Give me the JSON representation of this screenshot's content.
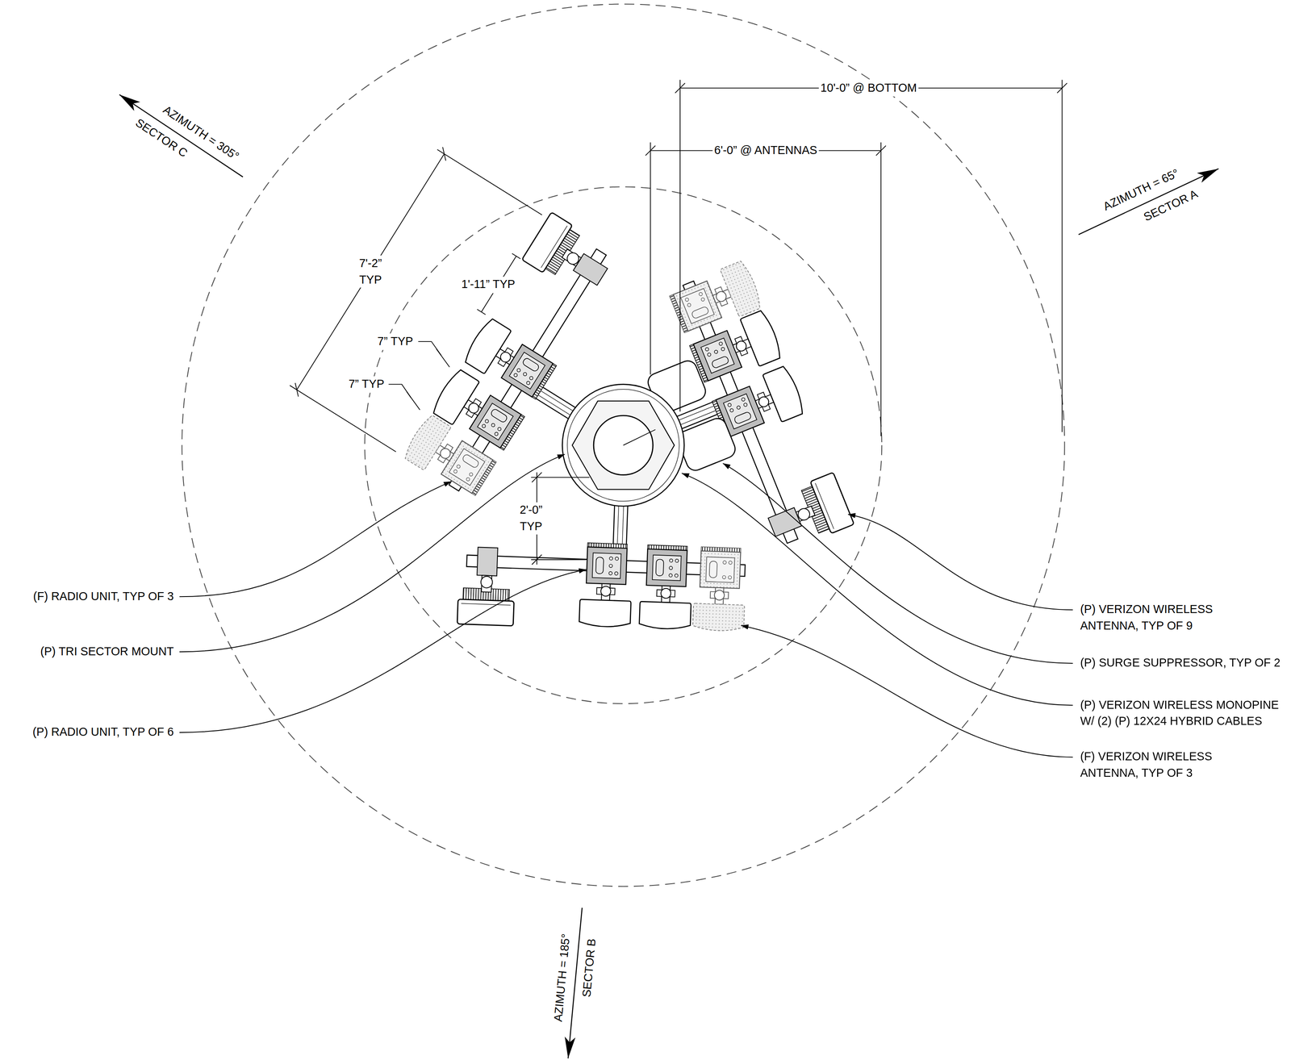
{
  "diagram": {
    "labels": [
      "AZIMUTH = 305°",
      "SECTOR C",
      "10'-0” @ BOTTOM",
      "6'-0” @ ANTENNAS",
      "AZIMUTH = 65°",
      "SECTOR A",
      "7'-2” TYP",
      "1'-11” TYP",
      "7” TYP",
      "7” TYP",
      "2'-0” TYP",
      "(F) RADIO UNIT, TYP OF 3",
      "(P) TRI SECTOR MOUNT",
      "(P) RADIO UNIT, TYP OF 6",
      "(P) VERIZON WIRELESS ANTENNA, TYP OF 9",
      "(P) SURGE SUPPRESSOR, TYP OF 2",
      "(P) VERIZON WIRELESS MONOPINE W/ (2) (P) 12X24 HYBRID CABLES",
      "(F) VERIZON WIRELESS ANTENNA, TYP OF 3",
      "AZIMUTH = 185°",
      "SECTOR B"
    ]
  }
}
